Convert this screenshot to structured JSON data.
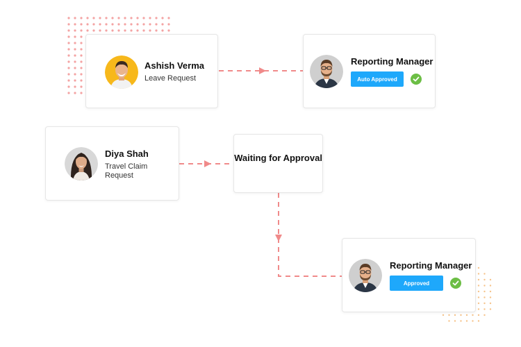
{
  "colors": {
    "connector": "#f08a8a",
    "dots_red": "#f4a3a3",
    "dots_orange": "#f6c48c",
    "pill_blue": "#1ea8fb",
    "check_green": "#6cbe45",
    "avatar_yellow": "#f7b81b"
  },
  "requester_1": {
    "name": "Ashish Verma",
    "request": "Leave Request"
  },
  "manager_1": {
    "title": "Reporting Manager",
    "status": "Auto Approved"
  },
  "requester_2": {
    "name": "Diya Shah",
    "request": "Travel Claim Request"
  },
  "waiting": {
    "label": "Waiting for Approval"
  },
  "manager_2": {
    "title": "Reporting Manager",
    "status": "Approved"
  }
}
